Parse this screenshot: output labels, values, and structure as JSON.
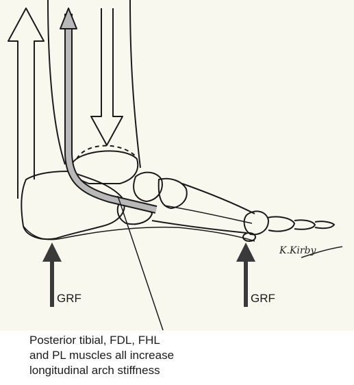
{
  "labels": {
    "grf_left": "GRF",
    "grf_right": "GRF"
  },
  "caption": {
    "line1": "Posterior tibial, FDL, FHL",
    "line2": "and PL muscles all increase",
    "line3": "longitudinal arch stiffness"
  },
  "signature": "K.Kirby",
  "colors": {
    "background": "#f8f8ef",
    "line": "#1a1a1a",
    "tendon_fill": "#b9b9b9",
    "arrow_fill": "#3a3a3a"
  }
}
